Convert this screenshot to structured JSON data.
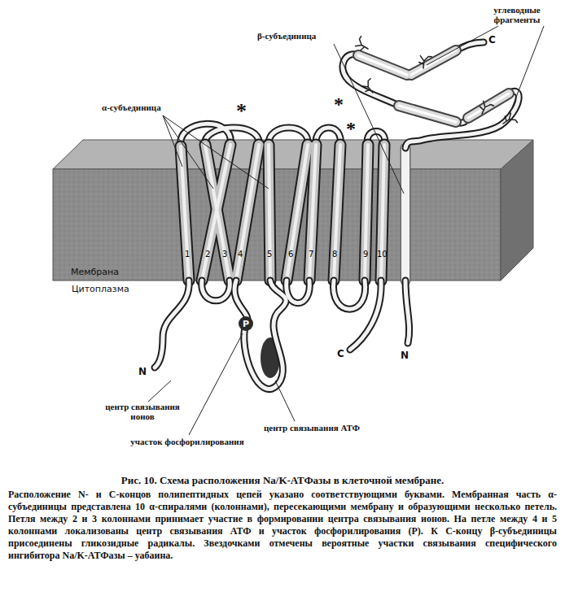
{
  "diagram": {
    "title": "Рис. 10. Схема расположения Na/K-АТФазы в клеточной мембране.",
    "caption": "Расположение N- и C-концов полипептидных цепей указано соответствующими буквами. Мембранная часть α-субъединицы представлена 10 α-спиралями (колоннами), пересекающими мембрану и образующими несколько петель. Петля между 2 и 3 колоннами принимает участие в формировании центра связывания ионов. На петле между 4 и 5 колоннами локализованы центр связывания АТФ и участок фосфорилирования (Р). К C-концу β-субъединицы присоединены гликозидные радикалы. Звездочками отмечены вероятные участки связывания специфического ингибитора Na/K-АТФазы – уабаина.",
    "nodes": [
      {
        "text": [
          "Мембрана"
        ]
      },
      {
        "text": [
          "P"
        ]
      }
    ],
    "labels": [
      "углеводные фрагменты",
      "β-субъединица",
      "α-субъединица",
      "*",
      "*",
      "*",
      "C",
      "1",
      "2",
      "3",
      "4",
      "5",
      "6",
      "7",
      "8",
      "9",
      "10",
      "Цитоплазма",
      "N",
      "C",
      "N",
      "центр связывания ионов",
      "участок фосфорилирования",
      "центр связывания АТФ"
    ]
  }
}
